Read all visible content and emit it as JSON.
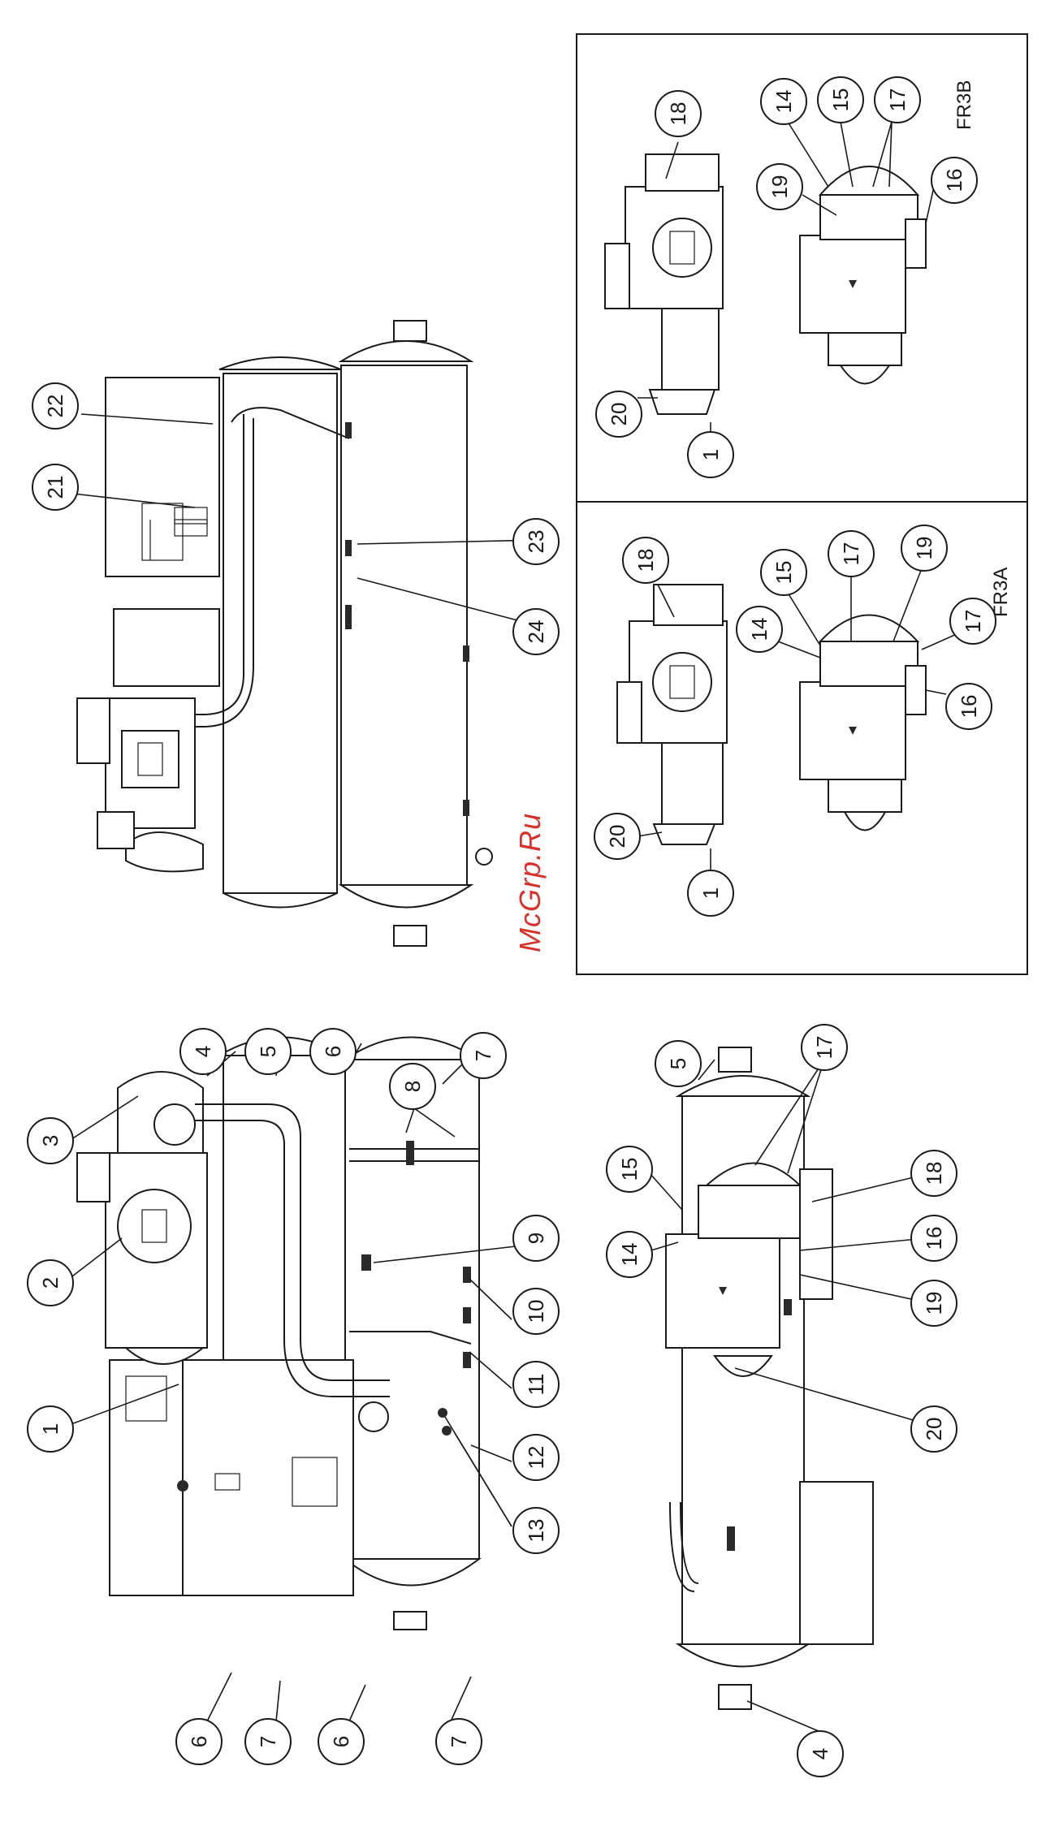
{
  "watermark": "McGrp.Ru",
  "view_labels": {
    "fr3b": "FR3B",
    "fr3a": "FR3A"
  },
  "callouts": {
    "c1": "1",
    "c2": "2",
    "c3": "3",
    "c4": "4",
    "c5": "5",
    "c6": "6",
    "c7": "7",
    "c8": "8",
    "c9": "9",
    "c10": "10",
    "c11": "11",
    "c12": "12",
    "c13": "13",
    "c14": "14",
    "c15": "15",
    "c16": "16",
    "c17": "17",
    "c18": "18",
    "c19": "19",
    "c20": "20",
    "c21": "21",
    "c22": "22",
    "c23": "23",
    "c24": "24"
  }
}
